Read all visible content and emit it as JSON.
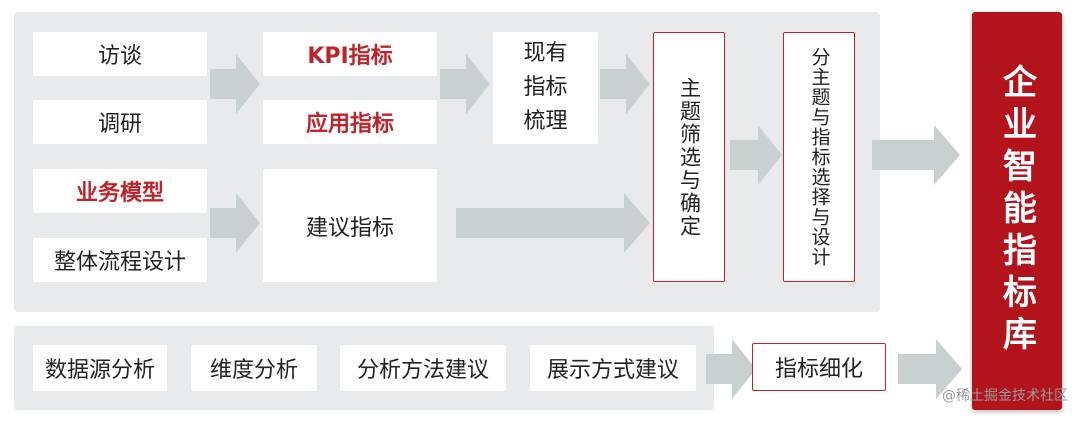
{
  "sources": [
    "访谈",
    "调研",
    "业务模型",
    "整体流程设计"
  ],
  "indicators": [
    "KPI指标",
    "应用指标",
    "建议指标"
  ],
  "existing": "现有\n指标\n梳理",
  "topic_select": "主题筛选与确定",
  "sub_topic": "分主题与指标选择与设计",
  "bottom_items": [
    "数据源分析",
    "维度分析",
    "分析方法建议",
    "展示方式建议"
  ],
  "refine": "指标细化",
  "library": "企业智能指标库",
  "watermark": "@稀土掘金技术社区",
  "colors": {
    "accent": "#c0242b",
    "library_bg": "#b3141c",
    "panel": "#e9eaeb",
    "arrow": "#c8d0d0"
  }
}
